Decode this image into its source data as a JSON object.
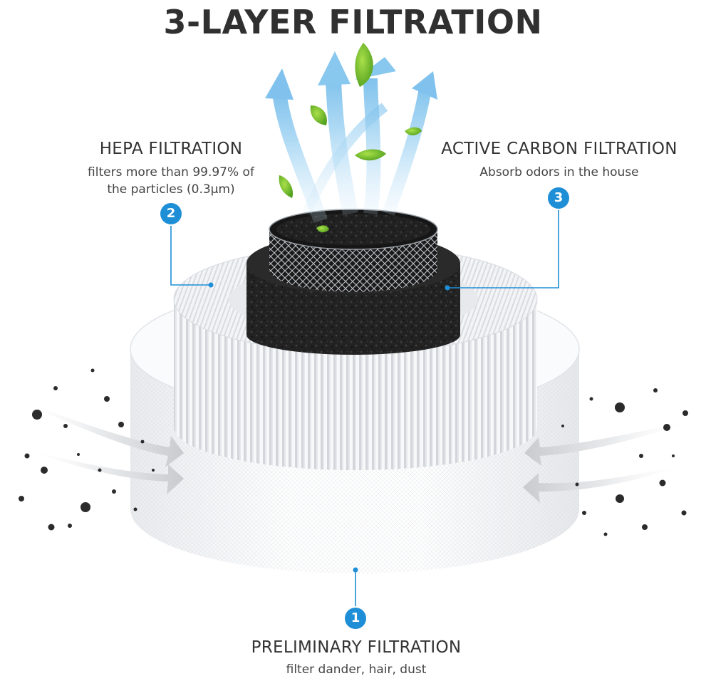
{
  "title": "3-LAYER FILTRATION",
  "layers": [
    {
      "number": "1",
      "name": "PRELIMINARY FILTRATION",
      "description": "filter dander, hair, dust"
    },
    {
      "number": "2",
      "name": "HEPA FILTRATION",
      "description_lines": [
        "filters more than 99.97% of",
        "the particles (0.3μm)"
      ]
    },
    {
      "number": "3",
      "name": "ACTIVE CARBON FILTRATION",
      "description": "Absorb odors in the house"
    }
  ],
  "colors": {
    "accent": "#1e8fd6",
    "title": "#303030",
    "carbon": "#1c1c1c",
    "airflow": "#7fc3ec"
  },
  "icons": [
    "leaf-icon",
    "airflow-arrow-icon",
    "dust-particle-icon"
  ]
}
